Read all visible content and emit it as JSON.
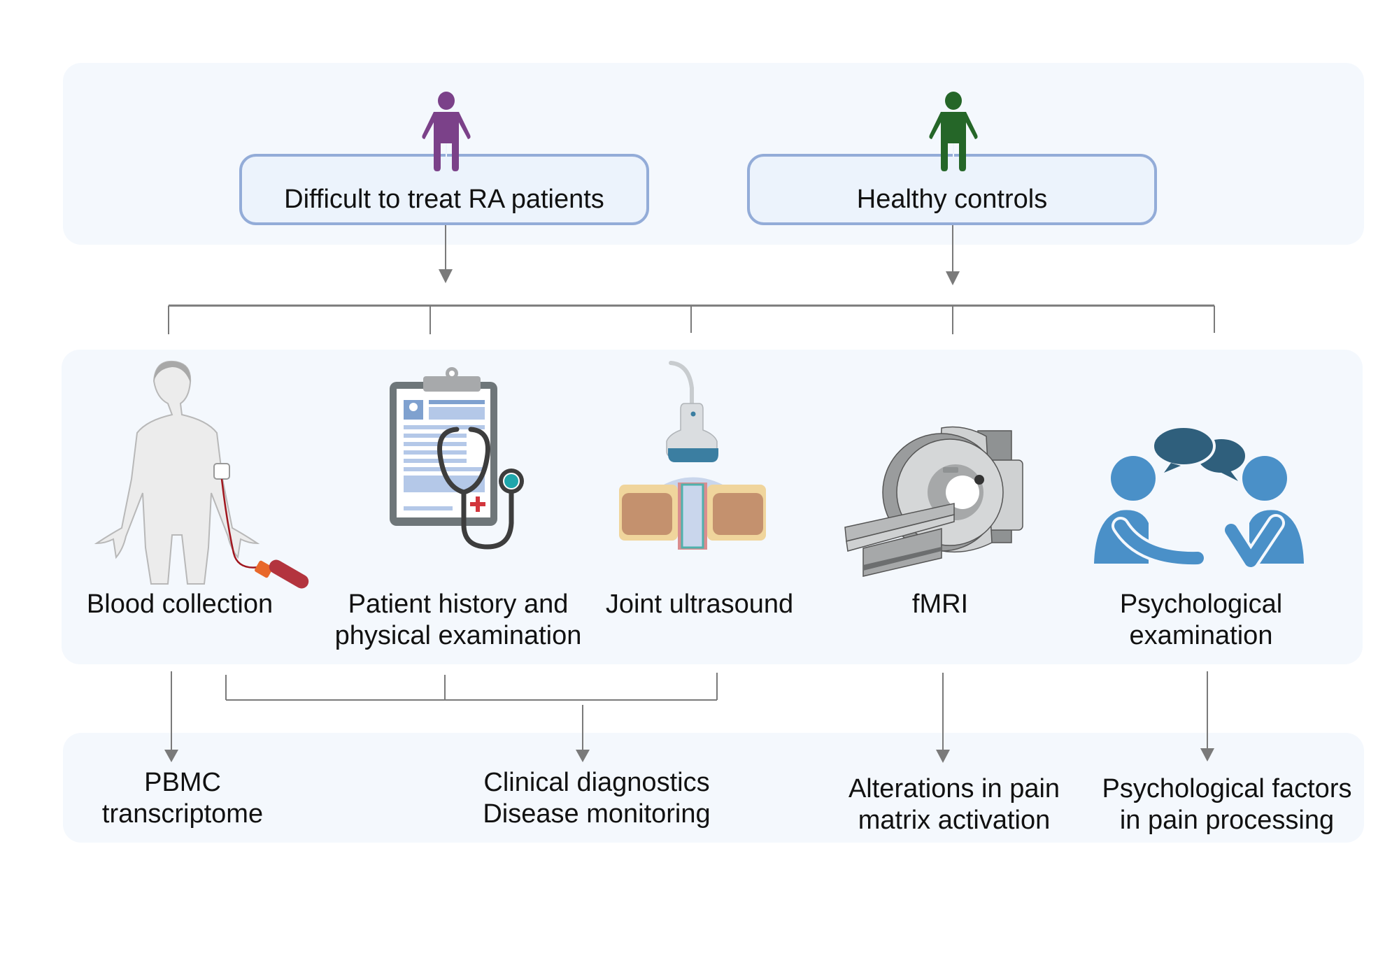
{
  "groups": [
    {
      "label": "Difficult to treat RA patients",
      "icon": "person-icon",
      "color": "#7b4189"
    },
    {
      "label": "Healthy controls",
      "icon": "person-icon",
      "color": "#256628"
    }
  ],
  "methods": [
    {
      "label": "Blood collection",
      "icon": "blood-collection-icon"
    },
    {
      "label_line1": "Patient history and",
      "label_line2": "physical examination",
      "icon": "clipboard-stethoscope-icon"
    },
    {
      "label": "Joint ultrasound",
      "icon": "joint-ultrasound-icon"
    },
    {
      "label": "fMRI",
      "icon": "mri-scanner-icon"
    },
    {
      "label_line1": "Psychological",
      "label_line2": "examination",
      "icon": "conversation-icon"
    }
  ],
  "outcomes": [
    {
      "line1": "PBMC",
      "line2": "transcriptome"
    },
    {
      "line1": "Clinical diagnostics",
      "line2": "Disease monitoring"
    },
    {
      "line1": "Alterations in pain",
      "line2": "matrix activation"
    },
    {
      "line1": "Psychological factors",
      "line2": "in pain processing"
    }
  ],
  "colors": {
    "panel_bg": "#f4f8fd",
    "box_border": "#93acd8",
    "connector": "#7a7a7a",
    "patient_purple": "#7b4189",
    "control_green": "#256628",
    "psych_blue": "#4a90c8",
    "psych_dark": "#2f5f7c"
  }
}
